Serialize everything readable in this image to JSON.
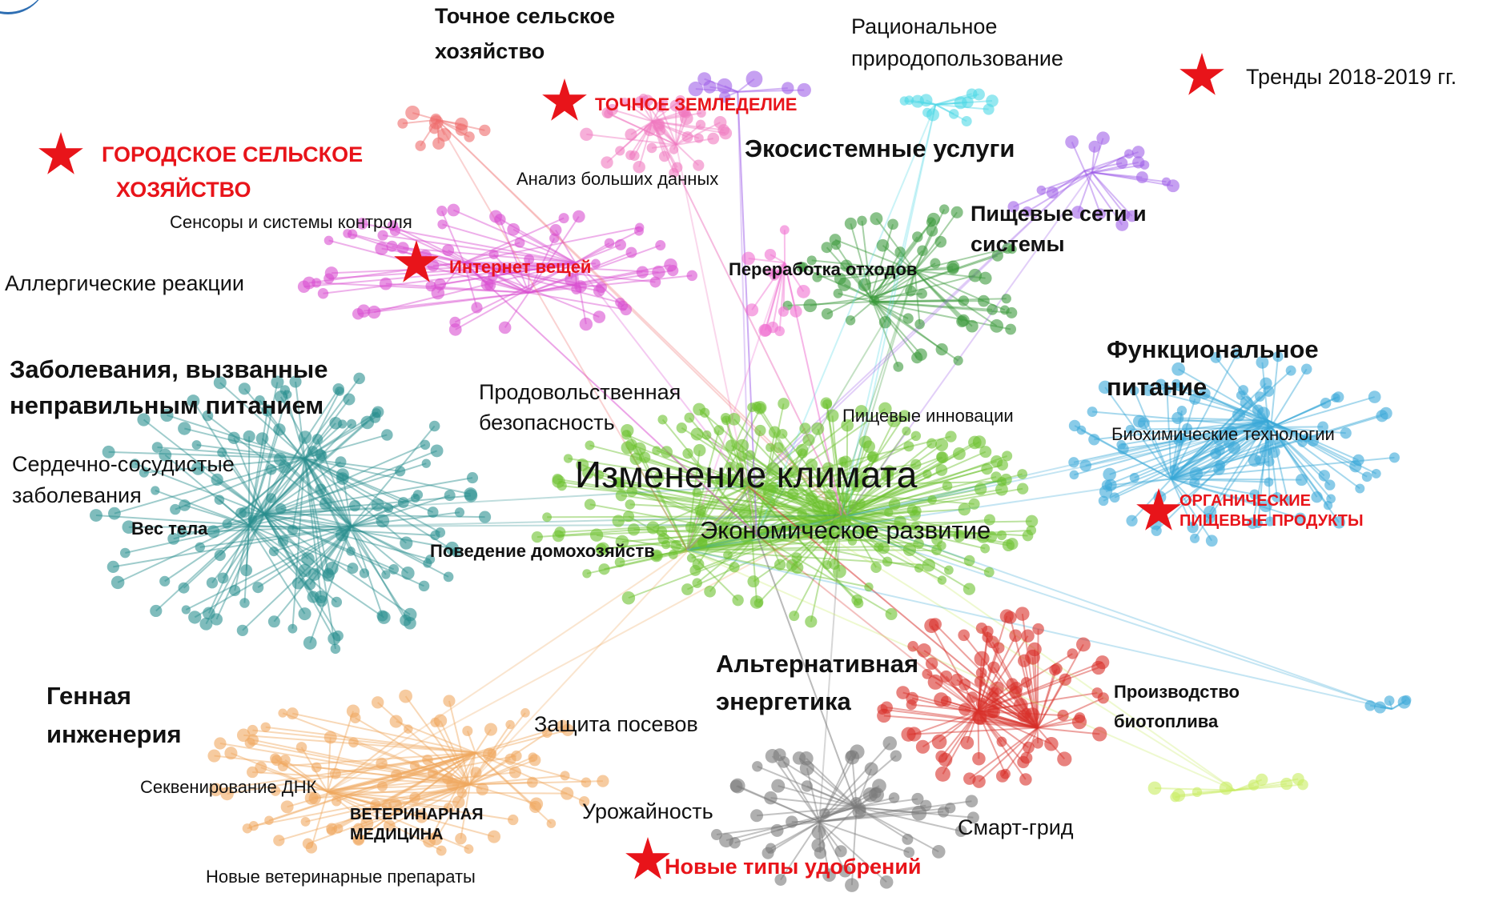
{
  "colors": {
    "climate": "#6cc22e",
    "nutrition_disease": "#2a8f8f",
    "iot": "#d94fd0",
    "precision": "#f07ac0",
    "urban": "#ee6a6a",
    "rational": "#4fd8e6",
    "ecosystem": "#3c9a3c",
    "food_networks": "#a060e8",
    "functional": "#3aa8d8",
    "bioenergy": "#d8302a",
    "genetic": "#f0a860",
    "alt_energy": "#7a7a7a",
    "lime": "#c8ec60",
    "pink2": "#f06fd0",
    "star": "#e8141a"
  },
  "legend": {
    "trend_label": "Тренды 2018-2019 гг."
  },
  "labels": {
    "precise_agriculture": [
      "Точное сельское",
      "хозяйство"
    ],
    "rational_nature_use": [
      "Рациональное",
      "природопользование"
    ],
    "precision_farming": "ТОЧНОЕ ЗЕМЛЕДЕЛИЕ",
    "urban_agriculture": [
      "ГОРОДСКОЕ СЕЛЬСКОЕ",
      "ХОЗЯЙСТВО"
    ],
    "ecosystem_services": "Экосистемные услуги",
    "big_data": "Анализ больших данных",
    "sensors": "Сенсоры и системы контроля",
    "food_networks": [
      "Пищевые сети и",
      "системы"
    ],
    "internet_of_things": "Интернет вещей",
    "waste_processing": "Переработка отходов",
    "allergies": "Аллергические реакции",
    "functional_nutrition": [
      "Функциональное",
      "питание"
    ],
    "malnutrition_diseases": [
      "Заболевания, вызванные",
      "неправильным питанием"
    ],
    "food_security": [
      "Продовольственная",
      "безопасность"
    ],
    "food_innovation": "Пищевые инновации",
    "biochem_tech": "Биохимические технологии",
    "cardio": [
      "Сердечно-сосудистые",
      "заболевания"
    ],
    "climate_change": "Изменение климата",
    "organic_food": [
      "ОРГАНИЧЕСКИЕ",
      "ПИЩЕВЫЕ ПРОДУКТЫ"
    ],
    "body_weight": "Вес тела",
    "household_behavior": "Поведение домохозяйств",
    "economic_development": "Экономическое развитие",
    "alt_energy": [
      "Альтернативная",
      "энергетика"
    ],
    "genetic_engineering": [
      "Генная",
      "инженерия"
    ],
    "biofuel_production": [
      "Производство",
      "биотоплива"
    ],
    "crop_protection": "Защита посевов",
    "dna_sequencing": "Секвенирование ДНК",
    "vet_medicine": [
      "ВЕТЕРИНАРНАЯ",
      "МЕДИЦИНА"
    ],
    "yield": "Урожайность",
    "smart_grid": "Смарт-грид",
    "new_fertilizers": "Новые типы удобрений",
    "new_vet_drugs": "Новые ветеринарные препараты"
  }
}
